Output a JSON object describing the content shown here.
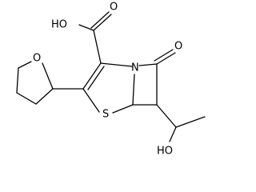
{
  "molecule": {
    "atoms": {
      "hydroxyl_acid": "HO",
      "carbonyl_acid": "O",
      "carbonyl_lactam": "O",
      "nitrogen": "N",
      "sulfur": "S",
      "ring_oxygen": "O",
      "hydroxyl_side": "HO"
    }
  }
}
